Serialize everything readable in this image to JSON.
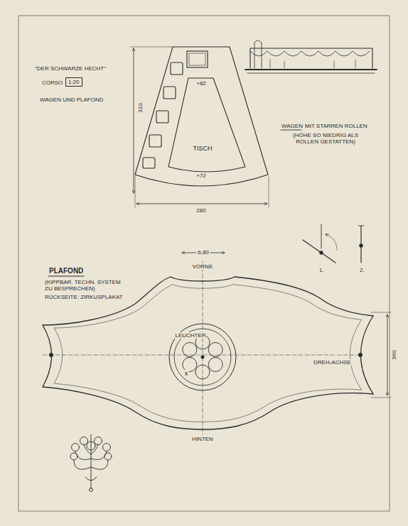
{
  "diagram": {
    "nodes": [
      {
        "text": [
          "+82",
          "TISCH",
          "+72"
        ]
      },
      {
        "text": [
          "HINTEN"
        ]
      },
      {
        "text": [
          "LEUCHTER",
          "x"
        ],
        "in": 1
      }
    ],
    "labels": [
      "\"DER SCHWARZE HECHT\"",
      "CORSO",
      "1:20",
      "WAGEN UND PLAFOND",
      "310",
      "280",
      "WAGEN",
      "MIT STARREN ROLLEN",
      "(HÖHE SO NIEDRIG ALS ROLLEN GESTATTEN)",
      "1.",
      "2.",
      "6,80",
      "VORNE",
      "PLAFOND",
      "(KIPPBAR. TECHN. SYSTEM ZU BESPRECHEN)",
      "RÜCKSEITE: ZIRKUSPLAKAT",
      "DREH-ACHSE",
      "360"
    ]
  }
}
